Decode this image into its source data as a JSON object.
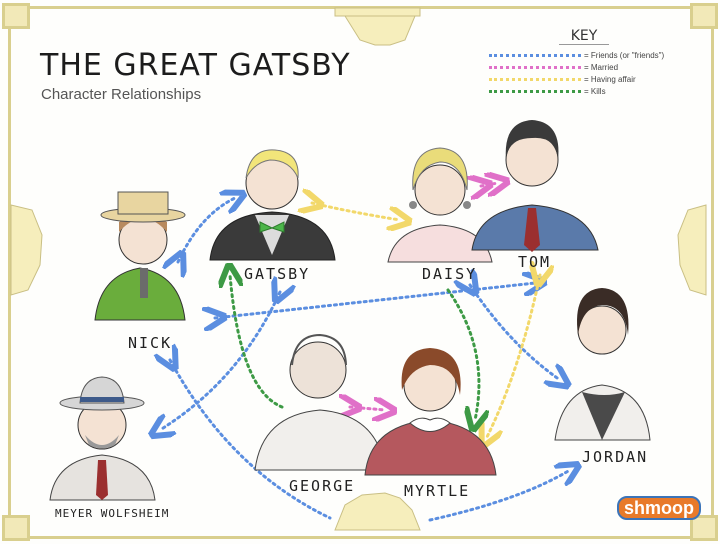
{
  "header": {
    "title": "THE GREAT GATSBY",
    "subtitle": "Character Relationships"
  },
  "key": {
    "title": "KEY",
    "items": [
      {
        "label": "= Friends (or \"friends\")",
        "color": "#5b8ee0"
      },
      {
        "label": "= Married",
        "color": "#e070c8"
      },
      {
        "label": "= Having affair",
        "color": "#f2d86a"
      },
      {
        "label": "= Kills",
        "color": "#3d9a45"
      }
    ]
  },
  "characters": {
    "nick": "NICK",
    "gatsby": "GATSBY",
    "daisy": "DAISY",
    "tom": "TOM",
    "george": "GEORGE",
    "myrtle": "MYRTLE",
    "jordan": "JORDAN",
    "meyer": "MEYER WOLFSHEIM"
  },
  "relationships": [
    {
      "from": "Nick",
      "to": "Gatsby",
      "type": "friends"
    },
    {
      "from": "Nick",
      "to": "Tom",
      "type": "friends"
    },
    {
      "from": "Nick",
      "to": "Jordan",
      "type": "friends"
    },
    {
      "from": "Gatsby",
      "to": "Meyer Wolfsheim",
      "type": "friends"
    },
    {
      "from": "Daisy",
      "to": "Jordan",
      "type": "friends"
    },
    {
      "from": "Daisy",
      "to": "Tom",
      "type": "married"
    },
    {
      "from": "George",
      "to": "Myrtle",
      "type": "married"
    },
    {
      "from": "Gatsby",
      "to": "Daisy",
      "type": "having affair"
    },
    {
      "from": "Tom",
      "to": "Myrtle",
      "type": "having affair"
    },
    {
      "from": "George",
      "to": "Gatsby",
      "type": "kills"
    },
    {
      "from": "Daisy",
      "to": "Myrtle",
      "type": "kills"
    }
  ],
  "branding": {
    "logo": "shmoop"
  },
  "colors": {
    "frame": "#d9cf8e",
    "ornament": "#f6eebc",
    "friends": "#5b8ee0",
    "married": "#e070c8",
    "affair": "#f2d86a",
    "kills": "#3d9a45"
  }
}
